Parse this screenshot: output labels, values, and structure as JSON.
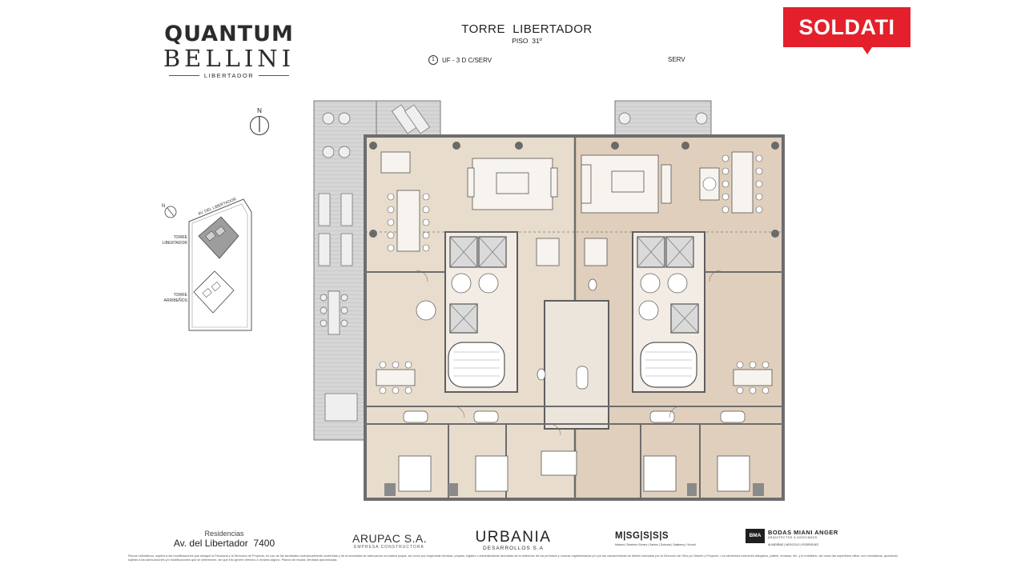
{
  "brand": {
    "line1": "QUANTUM",
    "line2": "BELLINI",
    "line3": "LIBERTADOR"
  },
  "header": {
    "title": "TORRE  LIBERTADOR",
    "subtitle": "PISO  31º",
    "unit_number": "1",
    "unit_label": "UF - 3 D C/SERV",
    "right_label": "SERV"
  },
  "agency": {
    "name": "SOLDATI",
    "color": "#e3202b"
  },
  "compass": {
    "main_label": "N",
    "site_label": "N"
  },
  "site_plan": {
    "street_label": "AV. DEL LIBERTADOR",
    "tower1_label": "TORRE\nLIBERTADOR",
    "tower2_label": "TORRE\nARRIBEÑOS"
  },
  "colors": {
    "unit_left": "#e8dccd",
    "unit_right": "#e0cfbc",
    "walls": "#6d6d6d",
    "terrace": "#d2d2d2",
    "brand_red": "#e3202b"
  },
  "footer": {
    "residencias_label": "Residencias",
    "address": "Av. del Libertador  7400",
    "arupac_name": "ARUPAC S.A.",
    "arupac_sub": "EMPRESA CONSTRUCTORA",
    "urbania_name": "URBANIA",
    "urbania_sub": "DESARROLLOS S.A",
    "msgsss_name": "M|SG|S|S|S",
    "msgsss_sub": "Mariani | Sánchez Gómez | Santos | Solsona | Salaberry | Viconti",
    "bma_box": "BMA",
    "bma_name": "BODAS MIANI ANGER",
    "bma_sub": "ARQUITECTOS & ASOCIADOS",
    "bma_names": "ALVARIÑAS | NOSCOLO | RODRIGUEZ",
    "disclaimer": "Planos orientativos, sujetos a las modificaciones que designe la Fiduciaria y la Dirección de Proyecto, en uso de las facultades contractualmente conferidas y de la necesidad de adecuación normativa propia, así como por exigencias técnicas, propias, legales o administrativas derivadas de la obtención de los permisos y normas reglamentarias y/o por las características de diseño indicadas por la Dirección de Obra y/o Diseño y Proyecto. Los elementos exteriores dibujados, pallets, terrazas, etc. y el mobiliario, así como las superficies útiles, son orientativas, quedando sujetas a las adecuaciones y/o modificaciones que se determinen, sin que ello genere derecho a reclamo alguno. Planos sin escala. Medidas aproximadas."
  }
}
